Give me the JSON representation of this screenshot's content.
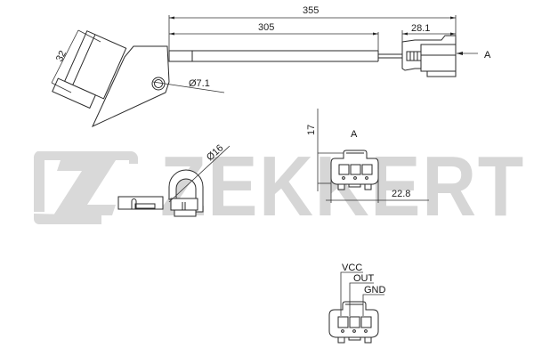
{
  "watermark": {
    "brand": "ZEKKERT",
    "logo_letter": "Z",
    "color": "#d6d6d6"
  },
  "dimensions": {
    "overall_length": "355",
    "cable_length": "305",
    "connector_length": "28.1",
    "sensor_width": "32",
    "mount_hole_diameter": "Ø7.1",
    "bracket_diameter": "Ø16",
    "connector_height": "17",
    "connector_width": "22.8"
  },
  "views": {
    "view_arrow_label": "A",
    "view_a_title": "A"
  },
  "pinout": {
    "pins": [
      {
        "label": "VCC"
      },
      {
        "label": "OUT"
      },
      {
        "label": "GND"
      }
    ]
  }
}
